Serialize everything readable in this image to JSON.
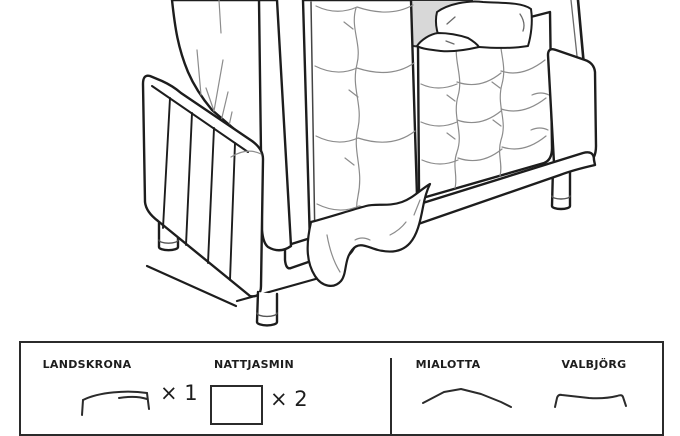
{
  "illustration": {
    "subject": "sofa-bed-with-mattress-pillows-and-sheet-line-art",
    "line_color": "#1d1d1d",
    "crease_color": "#8c8c8c",
    "shaded_pillow_color": "#d8d8d8"
  },
  "legend": {
    "panel_border_color": "#2b2b2b",
    "items": [
      {
        "name": "LANDSKRONA",
        "qty": "× 1",
        "icon": "sofa-icon"
      },
      {
        "name": "NATTJASMIN",
        "qty": "× 2",
        "icon": "bedsheet-icon"
      },
      {
        "name": "MIALOTTA",
        "icon": "cushion-icon"
      },
      {
        "name": "VALBJÖRG",
        "icon": "pillow-icon"
      }
    ]
  }
}
